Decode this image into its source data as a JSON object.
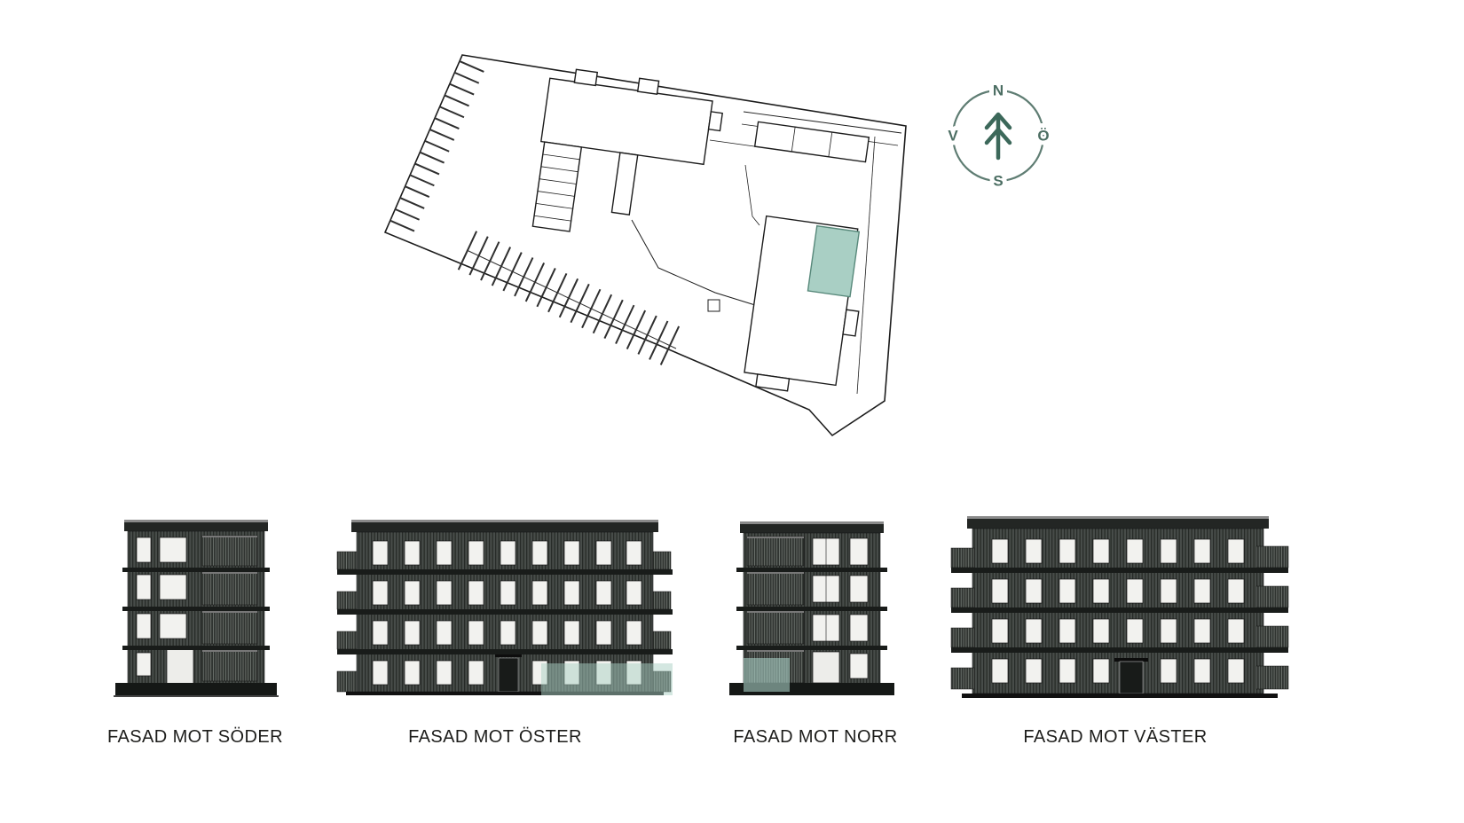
{
  "page": {
    "background": "#ffffff",
    "type": "architectural-drawing-sheet"
  },
  "site_plan": {
    "outline_color": "#1c1c1c",
    "highlight_fill": "#a9cfc4",
    "highlight_stroke": "#57887a"
  },
  "compass": {
    "ring_color": "#5f7d73",
    "letter_color": "#4c6e63",
    "arrow_color": "#3c685a",
    "north": "N",
    "east": "Ö",
    "south": "S",
    "west": "V"
  },
  "facades": [
    {
      "label": "FASAD MOT SÖDER"
    },
    {
      "label": "FASAD MOT ÖSTER"
    },
    {
      "label": "FASAD MOT NORR"
    },
    {
      "label": "FASAD MOT VÄSTER"
    }
  ],
  "colors": {
    "building_siding": "#474c49",
    "siding_stripe": "#272b28",
    "floor_slab": "#191c1a",
    "window": "#f2f2ef",
    "highlight_overlay": "#a9cfc4"
  }
}
